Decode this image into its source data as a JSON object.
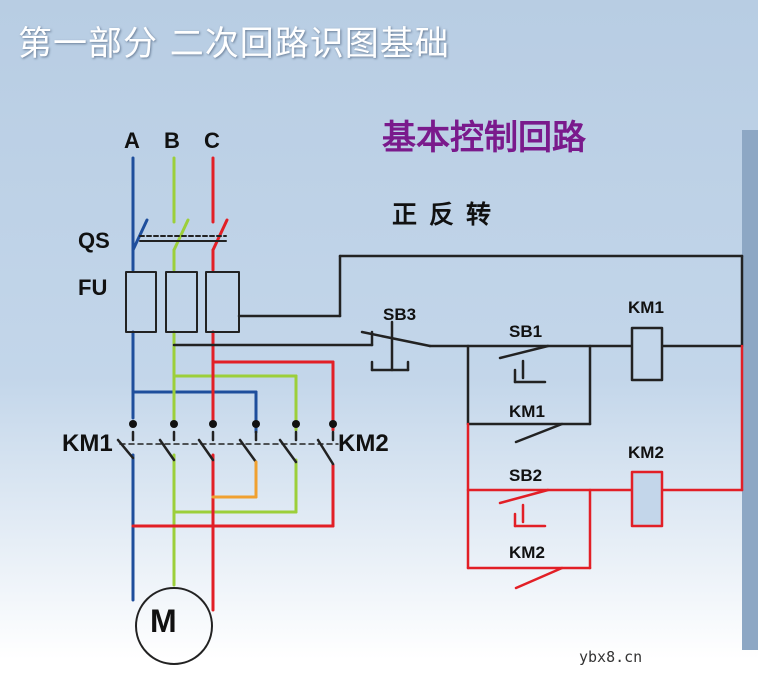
{
  "title": "第一部分  二次回路识图基础",
  "subtitle": "基本控制回路",
  "mode": "正反转",
  "phases": {
    "a": "A",
    "b": "B",
    "c": "C"
  },
  "labels": {
    "qs": "QS",
    "fu": "FU",
    "km1_main": "KM1",
    "km2_main": "KM2",
    "sb3": "SB3",
    "sb1": "SB1",
    "km1_aux": "KM1",
    "km1_coil": "KM1",
    "sb2": "SB2",
    "km2_aux": "KM2",
    "km2_coil": "KM2"
  },
  "motor": "M",
  "watermark": "ybx8.cn",
  "colors": {
    "phase_a": "#1e4e9c",
    "phase_b": "#9ccf3a",
    "phase_c": "#e21f26",
    "control": "#222222",
    "crossover": "#f0a030",
    "title": "#ffffff",
    "subtitle": "#7a1a8c"
  }
}
